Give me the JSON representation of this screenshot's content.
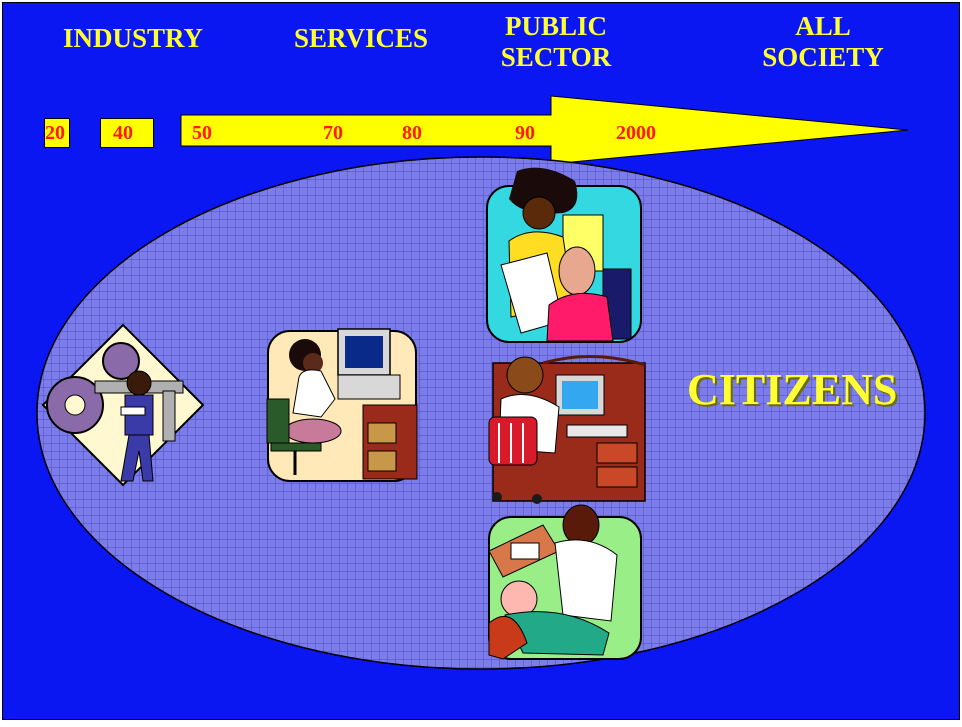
{
  "categories": [
    "INDUSTRY",
    "SERVICES",
    "PUBLIC SECTOR",
    "ALL SOCIETY"
  ],
  "categories_display": {
    "industry": "INDUSTRY",
    "services": "SERVICES",
    "public_line1": "PUBLIC",
    "public_line2": "SECTOR",
    "society_line1": "ALL",
    "society_line2": "SOCIETY"
  },
  "timeline_years": [
    "20",
    "40",
    "50",
    "70",
    "80",
    "90",
    "2000"
  ],
  "center_label": "CITIZENS",
  "colors": {
    "background": "#0a17f2",
    "category_text": "#ffff33",
    "arrow_fill": "#ffff00",
    "year_text": "#ff1a00",
    "ellipse_fill": "#7c7de8",
    "ellipse_grid": "#4a4ccc"
  },
  "icons": [
    "industry-worker-gears-icon",
    "call-center-agent-icon",
    "office-workers-icon",
    "public-clerk-at-computer-icon",
    "dentist-patient-icon"
  ]
}
